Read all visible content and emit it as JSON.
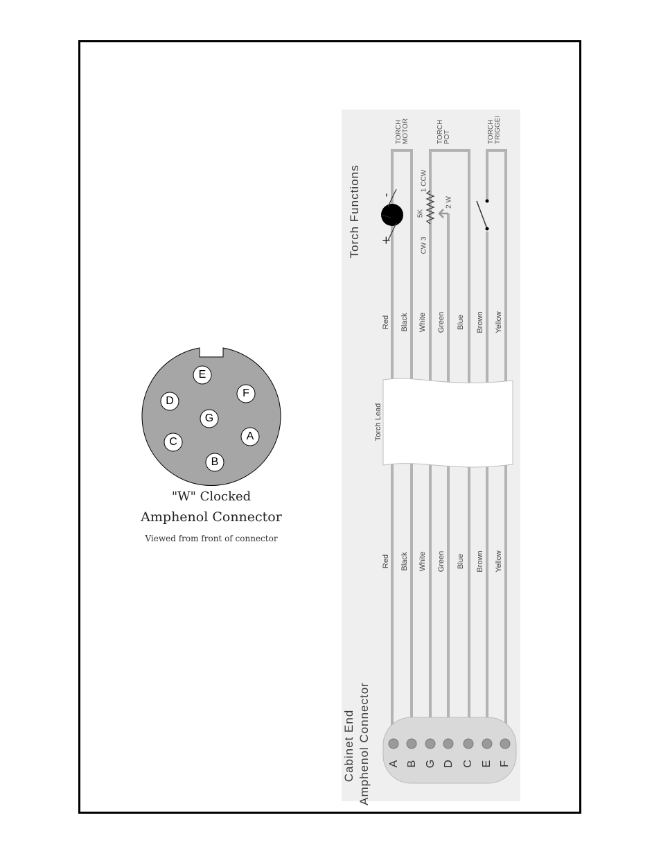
{
  "amphenol_front": {
    "pins": [
      "E",
      "F",
      "D",
      "G",
      "A",
      "C",
      "B"
    ],
    "caption_line1": "\"W\" Clocked",
    "caption_line2": "Amphenol Connector",
    "caption_line3": "Viewed from front of connector"
  },
  "schematic": {
    "cabinet_end_title_1": "Cabinet End",
    "cabinet_end_title_2": "Amphenol Connector",
    "torch_functions_title": "Torch Functions",
    "torch_lead_label": "Torch Lead",
    "pin_letters": [
      "A",
      "B",
      "G",
      "D",
      "C",
      "E",
      "F"
    ],
    "wire_colors_cabinet": [
      "Red",
      "Black",
      "White",
      "Green",
      "Blue",
      "Brown",
      "Yellow"
    ],
    "wire_colors_torch": [
      "Red",
      "Black",
      "White",
      "Green",
      "Blue",
      "Brown",
      "Yellow"
    ],
    "groups": [
      "TORCH MOTOR",
      "TORCH POT",
      "TORCH TRIGGER"
    ],
    "motor_polarity": "+ / -",
    "pot": {
      "value": "5K",
      "cw_pin": "CW 3",
      "ccw_pin": "1 CCW",
      "wiper_pin": "2 W"
    }
  }
}
